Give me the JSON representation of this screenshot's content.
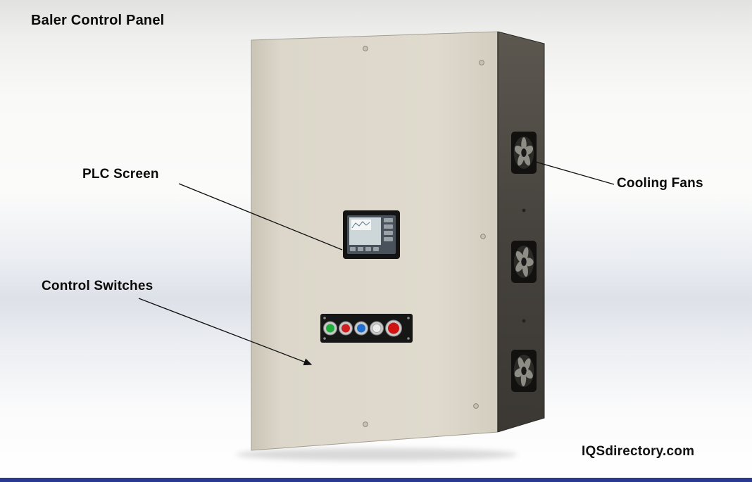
{
  "title": "Baler Control Panel",
  "watermark": "IQSdirectory.com",
  "labels": {
    "plc_screen": "PLC Screen",
    "control_switches": "Control Switches",
    "cooling_fans": "Cooling Fans"
  },
  "diagram": {
    "components": {
      "cooling_fans_count": 3,
      "push_button_colors": [
        "green",
        "red",
        "blue",
        "white",
        "red"
      ]
    },
    "colors": {
      "enclosure_front": "#dad5c8",
      "enclosure_side": "#45423e",
      "accent_bottom_bar": "#2a3a90",
      "button_green": "#1fae3a",
      "button_red": "#d01f1f",
      "button_blue": "#1f6fd0",
      "button_white": "#ececec"
    }
  }
}
